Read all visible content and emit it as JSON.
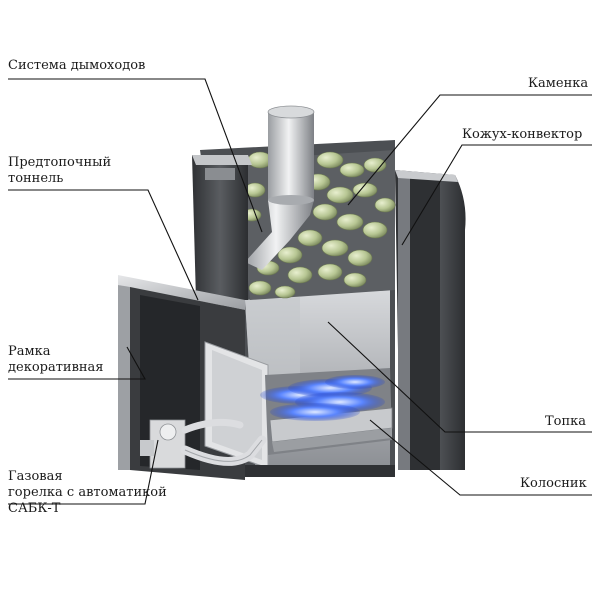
{
  "labels": {
    "chimney": "Система дымоходов",
    "stones": "Каменка",
    "casing": "Кожух-конвектор",
    "tunnel": "Предтопочный\nтоннель",
    "frame": "Рамка\nдекоративная",
    "firebox": "Топка",
    "grate": "Колосник",
    "burner": "Газовая\nгорелка с автоматикой\nСАБК-Т"
  },
  "colors": {
    "background": "#ffffff",
    "steel_dark": "#3b3d40",
    "steel_mid": "#6e7176",
    "steel_light": "#b9bcc0",
    "stones": "#b9c79a",
    "flame_blue": "#3a6cf0",
    "leader": "#111111"
  }
}
